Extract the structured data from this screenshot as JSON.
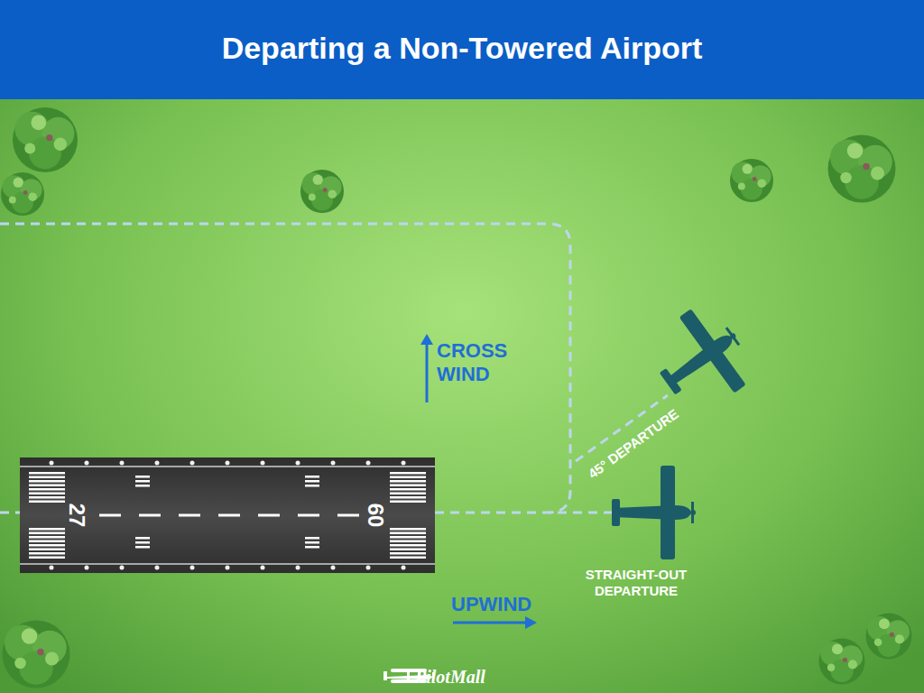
{
  "diagram": {
    "title": "Departing a Non-Towered Airport",
    "nodes": [
      {
        "text": [
          "27",
          "09"
        ]
      }
    ],
    "labels": [
      "CROSS WIND",
      "UPWIND",
      "45° DEPARTURE",
      "STRAIGHT-OUT DEPARTURE",
      "PilotMall"
    ]
  }
}
